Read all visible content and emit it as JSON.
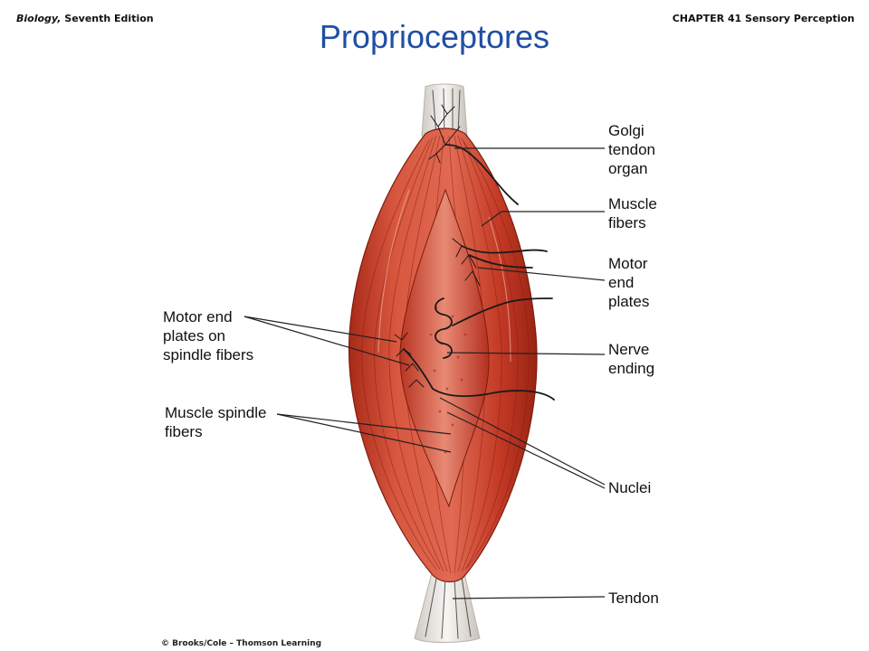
{
  "header": {
    "book_title": "Biology,",
    "edition": "Seventh Edition",
    "chapter": "CHAPTER 41 Sensory Perception"
  },
  "title": "Proprioceptores",
  "labels": {
    "golgi_1": "Golgi",
    "golgi_2": "tendon",
    "golgi_3": "organ",
    "muscle_fibers_1": "Muscle",
    "muscle_fibers_2": "fibers",
    "motor_end_plates_1": "Motor",
    "motor_end_plates_2": "end",
    "motor_end_plates_3": "plates",
    "nerve_ending_1": "Nerve",
    "nerve_ending_2": "ending",
    "nuclei": "Nuclei",
    "tendon": "Tendon",
    "mep_spindle_1": "Motor end",
    "mep_spindle_2": "plates on",
    "mep_spindle_3": "spindle fibers",
    "muscle_spindle_1": "Muscle spindle",
    "muscle_spindle_2": "fibers"
  },
  "copyright": "© Brooks/Cole – Thomson Learning",
  "colors": {
    "title": "#1f4fa3",
    "muscle": "#c9402c",
    "muscle_dark": "#9c2414",
    "tendon": "#ece9e4"
  }
}
